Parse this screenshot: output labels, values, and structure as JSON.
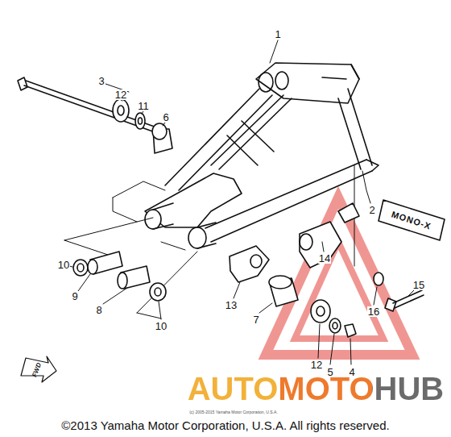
{
  "diagram": {
    "caption": "©2013 Yamaha Motor Corporation, U.S.A. All rights reserved.",
    "labels": [
      "1",
      "3",
      "12",
      "11",
      "6",
      "2",
      "10",
      "9",
      "8",
      "14",
      "16",
      "15",
      "13",
      "7",
      "10",
      "12",
      "5",
      "4",
      "MONO-X",
      "FWD",
      "AUTOMOTOHUB",
      "(c) 2005-2015 Yamaha Motor Corporation, U.S.A."
    ]
  }
}
